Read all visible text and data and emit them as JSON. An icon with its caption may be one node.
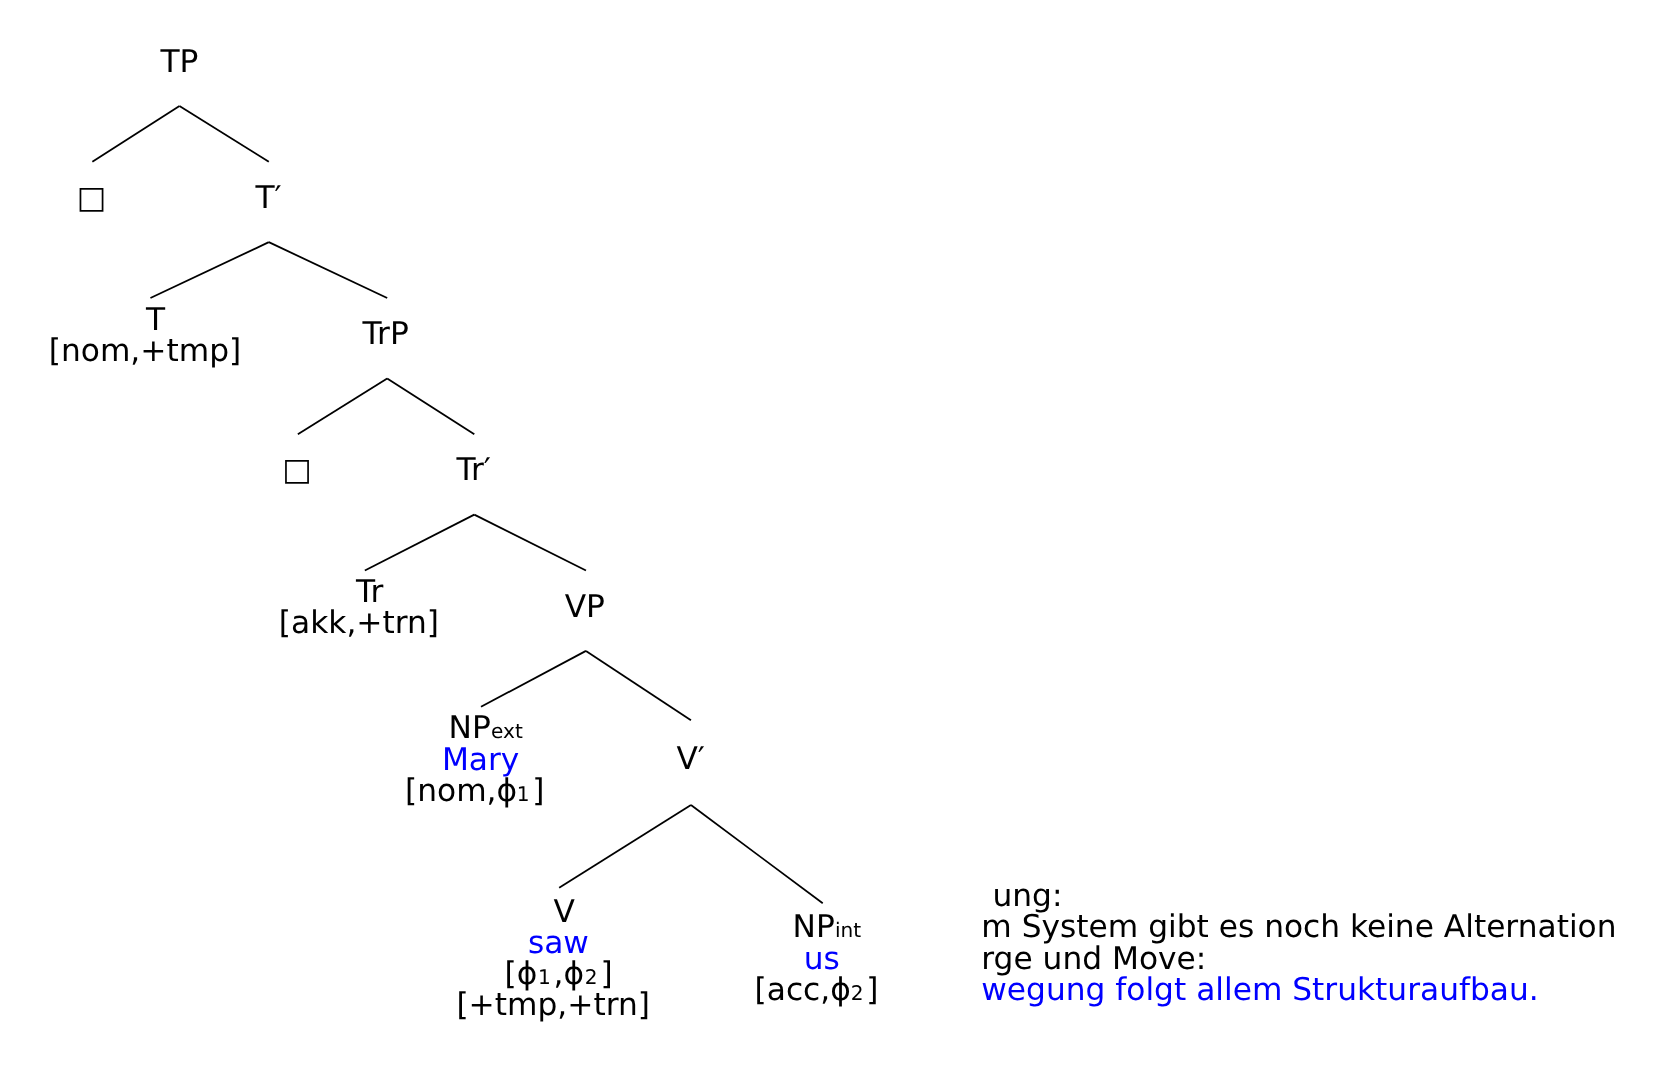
{
  "diagram": {
    "nodes": [
      {
        "text": [
          "TP"
        ]
      },
      {
        "text": [
          "□"
        ]
      },
      {
        "text": [
          "T′"
        ]
      },
      {
        "text": [
          "T",
          "[nom,+tmp]"
        ]
      },
      {
        "text": [
          "TrP"
        ]
      },
      {
        "text": [
          "□"
        ]
      },
      {
        "text": [
          "Tr′"
        ]
      },
      {
        "text": [
          "Tr",
          "[akk,+trn]"
        ]
      },
      {
        "text": [
          "VP"
        ]
      },
      {
        "text": [
          "NP$_{ext}$",
          "Mary",
          "[nom,ϕ$_{1}$]"
        ]
      },
      {
        "text": [
          "V′"
        ]
      },
      {
        "text": [
          "V",
          "saw",
          "[ϕ$_{1}$,ϕ$_{2}$]",
          "[+tmp,+trn]"
        ]
      },
      {
        "text": [
          "NP$_{int}$",
          "us",
          "[acc,ϕ$_{2}$]"
        ]
      }
    ],
    "edges": [
      {
        "from": 0,
        "to": 1,
        "arrow": "none"
      },
      {
        "from": 0,
        "to": 2,
        "arrow": "none"
      },
      {
        "from": 2,
        "to": 3,
        "arrow": "none"
      },
      {
        "from": 2,
        "to": 4,
        "arrow": "none"
      },
      {
        "from": 4,
        "to": 5,
        "arrow": "none"
      },
      {
        "from": 4,
        "to": 6,
        "arrow": "none"
      },
      {
        "from": 6,
        "to": 7,
        "arrow": "none"
      },
      {
        "from": 6,
        "to": 8,
        "arrow": "none"
      },
      {
        "from": 8,
        "to": 9,
        "arrow": "none"
      },
      {
        "from": 8,
        "to": 10,
        "arrow": "none"
      },
      {
        "from": 10,
        "to": 11,
        "arrow": "none"
      },
      {
        "from": 10,
        "to": 12,
        "arrow": "none"
      }
    ],
    "labels": [
      "ung:",
      "m System gibt es noch keine Alternation",
      "rge und Move:",
      "wegung folgt allem Strukturaufbau."
    ]
  }
}
